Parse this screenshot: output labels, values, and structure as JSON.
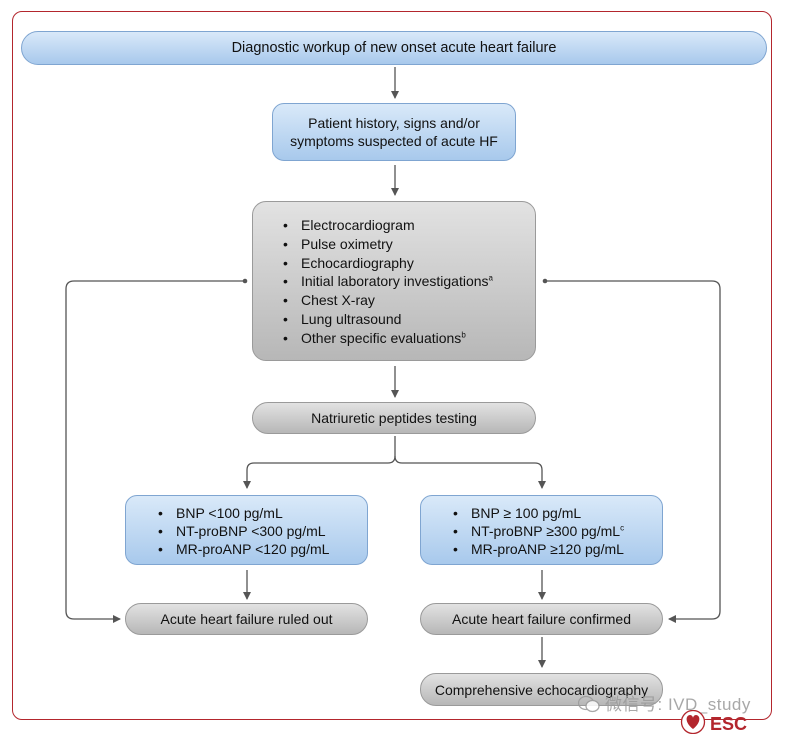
{
  "title": "Diagnostic workup of new onset acute heart failure",
  "history": "Patient history, signs and/or symptoms suspected of acute HF",
  "investigations": [
    {
      "text": "Electrocardiogram",
      "sup": ""
    },
    {
      "text": "Pulse oximetry",
      "sup": ""
    },
    {
      "text": "Echocardiography",
      "sup": ""
    },
    {
      "text": "Initial laboratory investigations",
      "sup": "a"
    },
    {
      "text": "Chest X-ray",
      "sup": ""
    },
    {
      "text": "Lung ultrasound",
      "sup": ""
    },
    {
      "text": "Other specific evaluations",
      "sup": "b"
    }
  ],
  "np_testing": "Natriuretic peptides testing",
  "low_values": [
    {
      "text": "BNP <100 pg/mL",
      "sup": ""
    },
    {
      "text": "NT-proBNP <300 pg/mL",
      "sup": ""
    },
    {
      "text": "MR-proANP <120 pg/mL",
      "sup": ""
    }
  ],
  "high_values": [
    {
      "text": "BNP ≥ 100 pg/mL",
      "sup": ""
    },
    {
      "text": "NT-proBNP ≥300 pg/mL",
      "sup": "c"
    },
    {
      "text": "MR-proANP ≥120 pg/mL",
      "sup": ""
    }
  ],
  "ruled_out": "Acute heart failure ruled out",
  "confirmed": "Acute heart failure confirmed",
  "comprehensive": "Comprehensive echocardiography",
  "watermark": "微信号: IVD_study",
  "logo_text": "ESC",
  "colors": {
    "frame": "#b3262d",
    "blue_box": "#a8c9ec",
    "grey_box": "#b7b7b7",
    "arrow": "#555555"
  }
}
